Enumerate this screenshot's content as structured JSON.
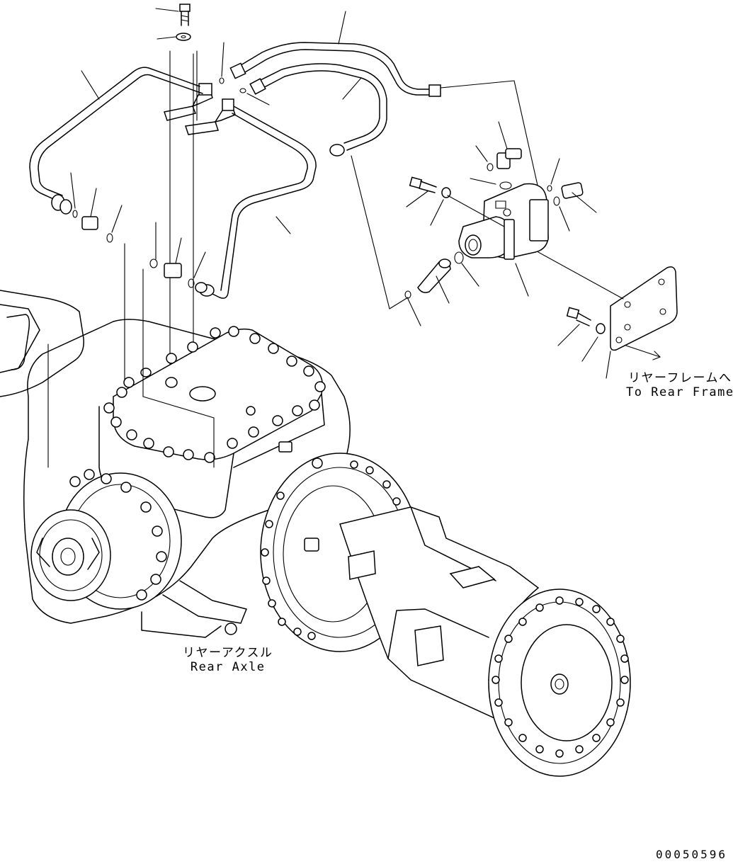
{
  "labels": {
    "rear_frame": {
      "jp": "リヤーフレームへ",
      "en": "To Rear Frame"
    },
    "rear_axle": {
      "jp": "リヤーアクスル",
      "en": "Rear Axle"
    }
  },
  "document_number": "00050596"
}
